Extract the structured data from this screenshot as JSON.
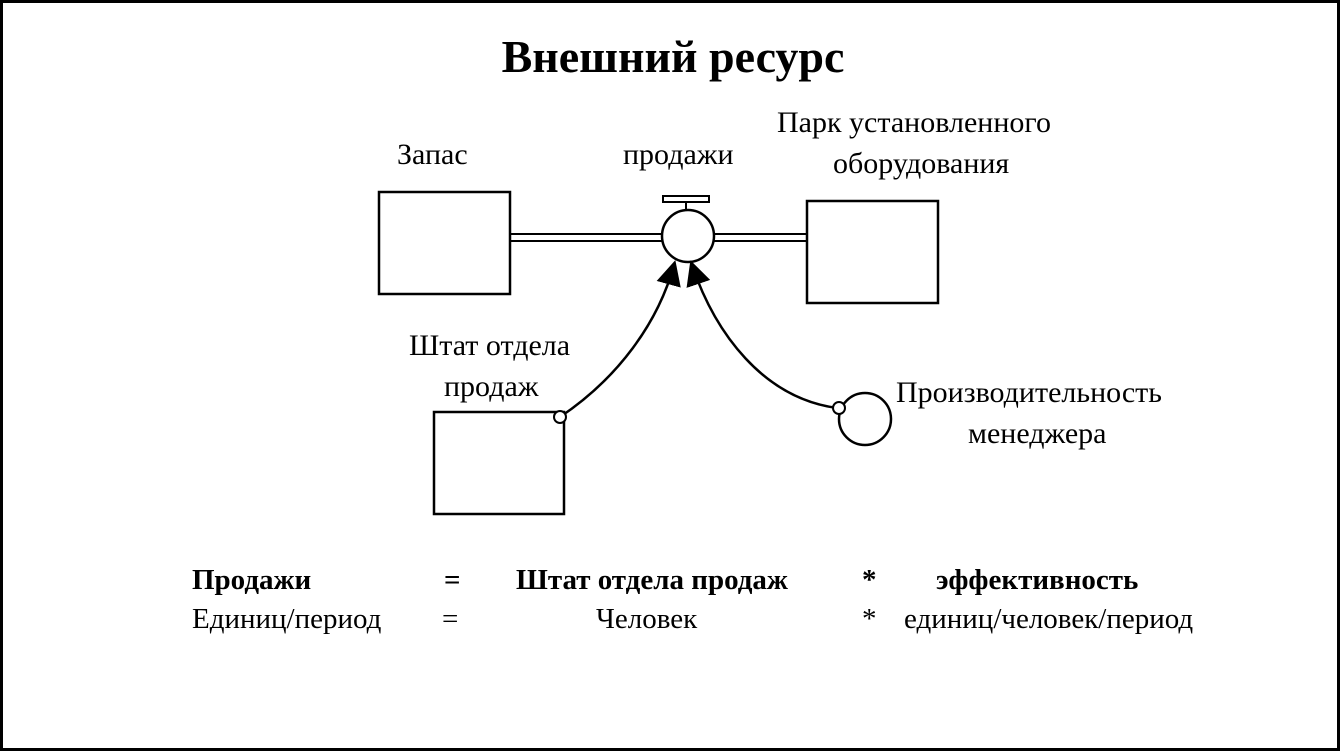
{
  "title": "Внешний ресурс",
  "labels": {
    "stock": "Запас",
    "flow": "продажи",
    "installed_base_line1": "Парк установленного",
    "installed_base_line2": "оборудования",
    "sales_staff_line1": "Штат отдела",
    "sales_staff_line2": "продаж",
    "productivity_line1": "Производительность",
    "productivity_line2": "менеджера"
  },
  "equation": {
    "row1": {
      "lhs": "Продажи",
      "eq": "=",
      "term1": "Штат отдела продаж",
      "op": "*",
      "term2": "эффективность"
    },
    "row2": {
      "lhs": "Единиц/период",
      "eq": "=",
      "term1": "Человек",
      "op": "*",
      "term2": "единиц/человек/период"
    }
  }
}
